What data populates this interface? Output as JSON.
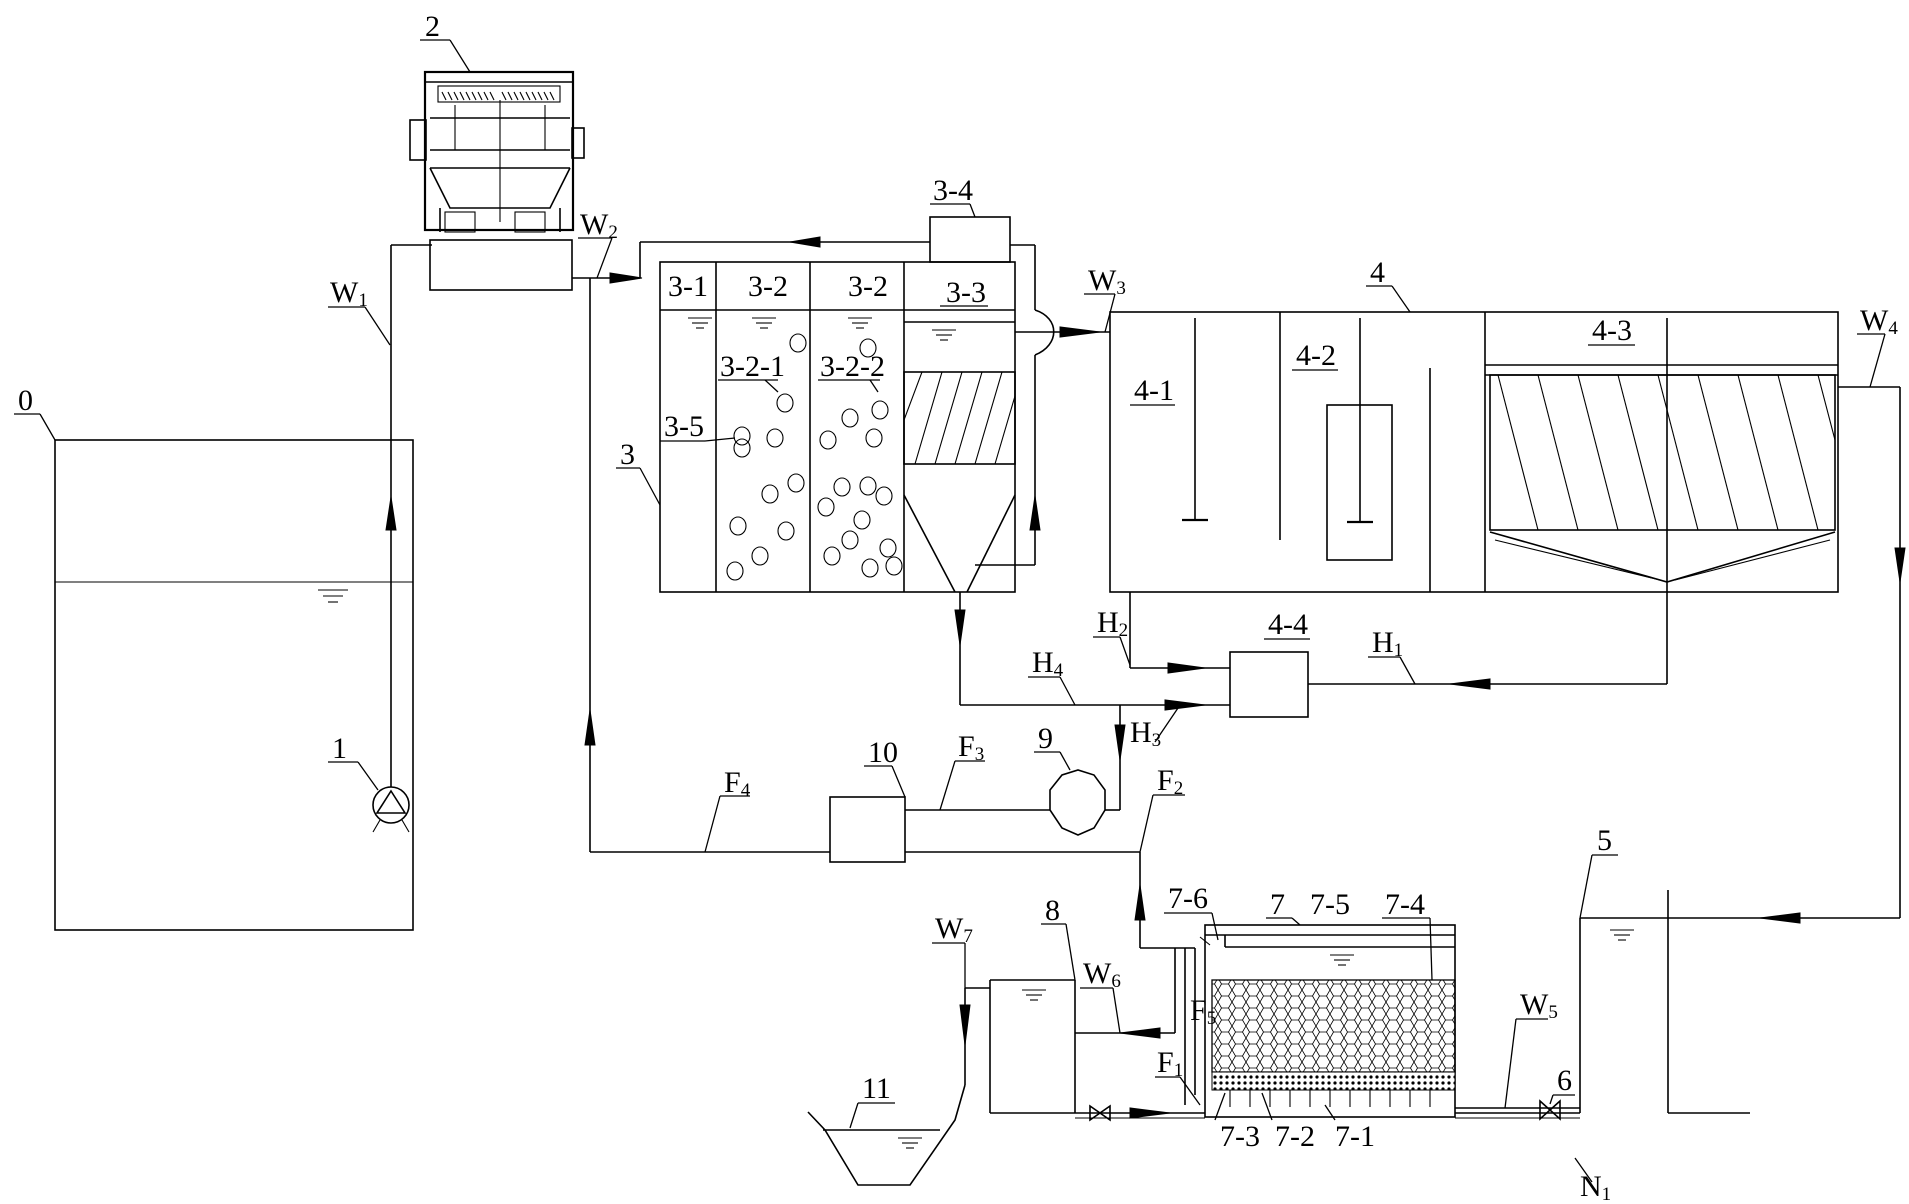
{
  "diagram": {
    "labels": {
      "n0": "0",
      "n1": "1",
      "n2": "2",
      "n3": "3",
      "n4": "4",
      "n5": "5",
      "n6": "6",
      "n7": "7",
      "n8": "8",
      "n9": "9",
      "n10": "10",
      "n11": "11",
      "n3_1": "3-1",
      "n3_2a": "3-2",
      "n3_2b": "3-2",
      "n3_3": "3-3",
      "n3_4": "3-4",
      "n3_5": "3-5",
      "n3_2_1": "3-2-1",
      "n3_2_2": "3-2-2",
      "n4_1": "4-1",
      "n4_2": "4-2",
      "n4_3": "4-3",
      "n4_4": "4-4",
      "n7_1": "7-1",
      "n7_2": "7-2",
      "n7_3": "7-3",
      "n7_4": "7-4",
      "n7_5": "7-5",
      "n7_6": "7-6"
    },
    "flows": {
      "w1": {
        "letter": "W",
        "sub": "1"
      },
      "w2": {
        "letter": "W",
        "sub": "2"
      },
      "w3": {
        "letter": "W",
        "sub": "3"
      },
      "w4": {
        "letter": "W",
        "sub": "4"
      },
      "w5": {
        "letter": "W",
        "sub": "5"
      },
      "w6": {
        "letter": "W",
        "sub": "6"
      },
      "w7": {
        "letter": "W",
        "sub": "7"
      },
      "h1": {
        "letter": "H",
        "sub": "1"
      },
      "h2": {
        "letter": "H",
        "sub": "2"
      },
      "h3": {
        "letter": "H",
        "sub": "3"
      },
      "h4": {
        "letter": "H",
        "sub": "4"
      },
      "f1": {
        "letter": "F",
        "sub": "1"
      },
      "f2": {
        "letter": "F",
        "sub": "2"
      },
      "f3": {
        "letter": "F",
        "sub": "3"
      },
      "f4": {
        "letter": "F",
        "sub": "4"
      },
      "f5": {
        "letter": "F",
        "sub": "5"
      },
      "n_ground": {
        "letter": "N",
        "sub": "1"
      }
    }
  }
}
